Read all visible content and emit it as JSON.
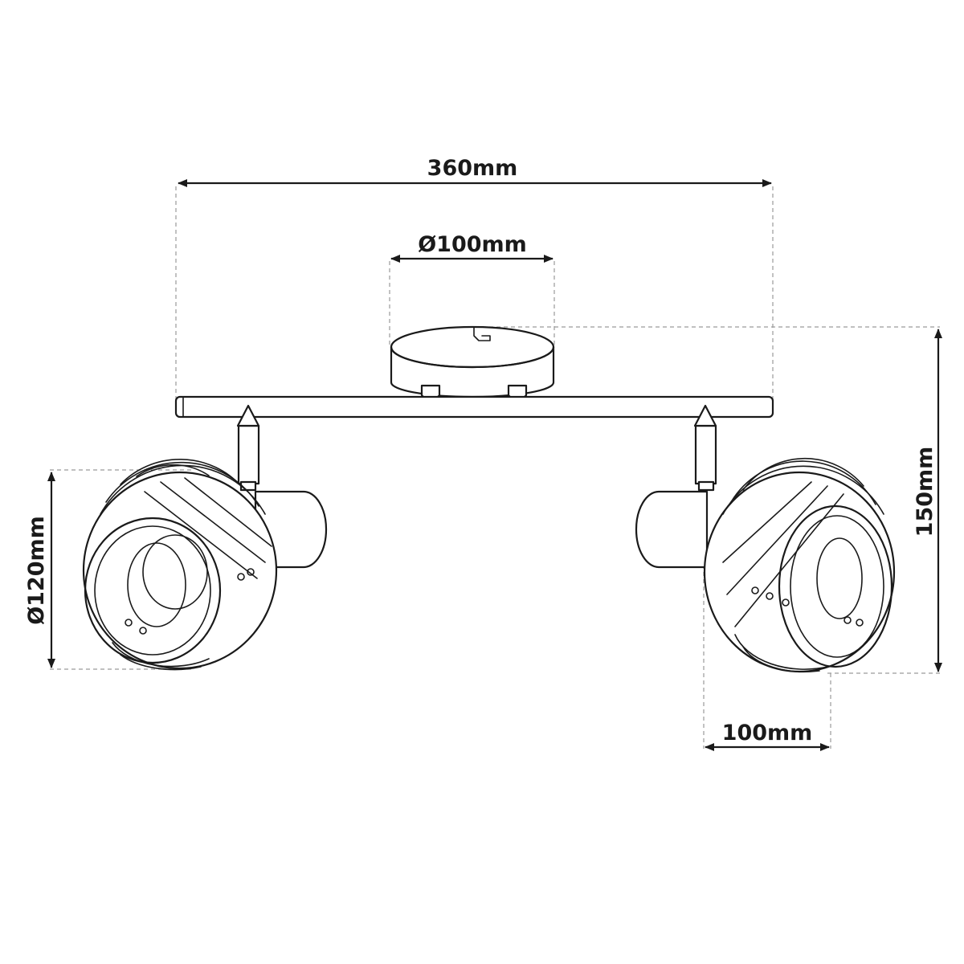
{
  "dimensions": {
    "total_width": "360mm",
    "canopy_diameter": "Ø100mm",
    "total_height": "150mm",
    "shade_diameter": "Ø120mm",
    "shade_depth": "100mm"
  },
  "colors": {
    "line": "#1a1a1a",
    "extension_line": "#9a9a9a",
    "background": "#ffffff"
  }
}
